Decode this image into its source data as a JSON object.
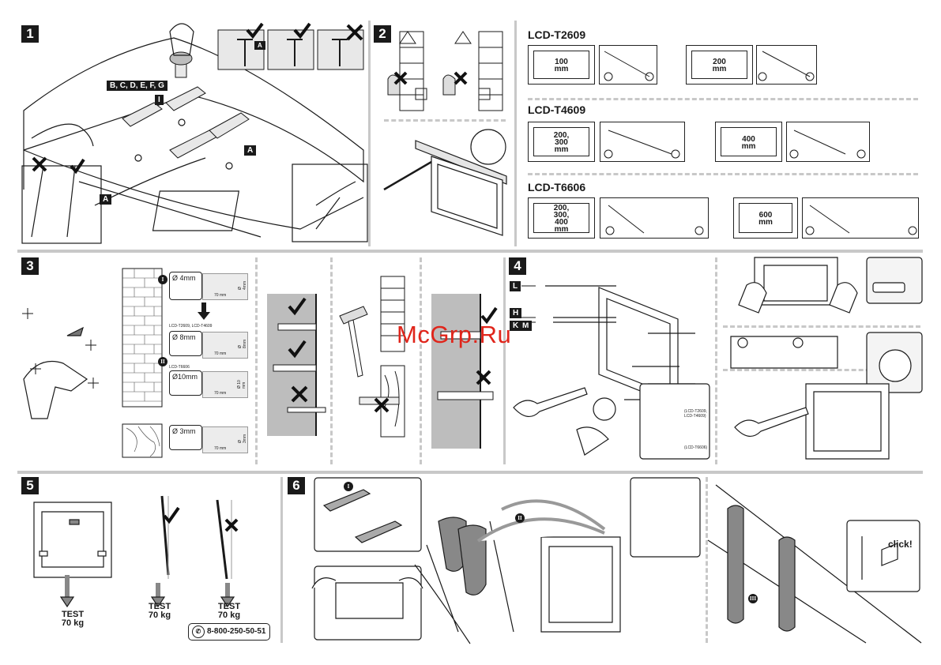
{
  "steps": {
    "s1": "1",
    "s2": "2",
    "s3": "3",
    "s4": "4",
    "s5": "5",
    "s6": "6"
  },
  "step1": {
    "parts_tag": "B, C, D, E, F, G",
    "tag_i": "I",
    "tag_a1": "A",
    "tag_a2": "A",
    "tag_a3": "A"
  },
  "step2": {
    "models": [
      {
        "name": "LCD-T2609",
        "vesa_small": [
          "100",
          "mm"
        ],
        "vesa_large": [
          "200",
          "mm"
        ]
      },
      {
        "name": "LCD-T4609",
        "vesa_small": [
          "200,",
          "300",
          "mm"
        ],
        "vesa_large": [
          "400",
          "mm"
        ]
      },
      {
        "name": "LCD-T6606",
        "vesa_small": [
          "200,",
          "300,",
          "400",
          "mm"
        ],
        "vesa_large": [
          "600",
          "mm"
        ]
      }
    ]
  },
  "step3": {
    "roman_1": "I",
    "roman_2": "II",
    "d1": "Ø 4mm",
    "d2": "Ø 8mm",
    "d3": "Ø10mm",
    "d4": "Ø 3mm",
    "note_1": "LCD-T2609, LCD-T4609",
    "note_2": "LCD-T6606",
    "depth": "70 mm",
    "rot_1": "Ø 4mm",
    "rot_2": "Ø 8mm",
    "rot_3": "Ø 10 mm",
    "rot_4": "Ø 3mm"
  },
  "step4": {
    "tag_l": "L",
    "tag_h": "H",
    "tag_k": "K",
    "tag_m": "M",
    "note_screwdriver": "(LCD-T2609, LCD-T4609)",
    "note_wrench": "(LCD-T6606)"
  },
  "step5": {
    "test_1": [
      "TEST",
      "70 kg"
    ],
    "test_2": [
      "TEST",
      "70 kg"
    ],
    "test_3": [
      "TEST",
      "70 kg"
    ],
    "phone": "8-800-250-50-51"
  },
  "step6": {
    "roman_1": "I",
    "roman_2": "II",
    "roman_3": "III",
    "click": "click!"
  },
  "watermark": "McGrp.Ru"
}
